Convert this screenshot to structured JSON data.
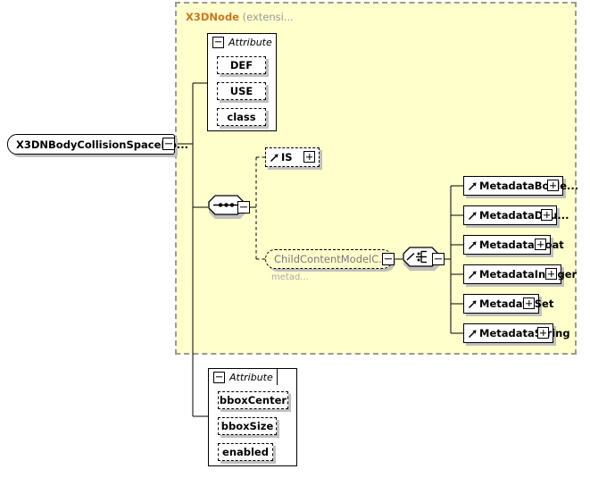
{
  "diagram": {
    "type": "xml-schema-element-diagram",
    "background_color": "#ffffff",
    "panel_color": "#ffffcc",
    "panel_border_color": "#9a9a9a",
    "accent_color": "#cc7722",
    "muted_color": "#999999"
  },
  "root": {
    "label": "X3DNBodyCollisionSpaceNo...",
    "expander": "minus"
  },
  "extension_panel": {
    "base_type": "X3DNode",
    "qualifier": "(extensi...",
    "title_full": "X3DNode (extensi..."
  },
  "attribute_group_top": {
    "header": "Attribute",
    "expander": "minus",
    "items": [
      {
        "label": "DEF"
      },
      {
        "label": "USE"
      },
      {
        "label": "class"
      }
    ]
  },
  "attribute_group_bottom": {
    "header": "Attribute",
    "expander": "minus",
    "items": [
      {
        "label": "bboxCenter"
      },
      {
        "label": "bboxSize"
      },
      {
        "label": "enabled"
      }
    ]
  },
  "compositors": {
    "sequence": {
      "name": "sequence-compositor",
      "expander": "minus"
    },
    "choice": {
      "name": "choice-compositor",
      "expander": "minus"
    }
  },
  "is_element": {
    "label": "IS",
    "expander": "plus",
    "icon": "reference-arrow-icon"
  },
  "child_content_model": {
    "label": "ChildContentModelC...",
    "sublabel": "metad...",
    "expander": "minus"
  },
  "metadata_children": [
    {
      "label": "MetadataBoole...",
      "expander": "plus",
      "icon": "reference-arrow-icon"
    },
    {
      "label": "MetadataDou...",
      "expander": "plus",
      "icon": "reference-arrow-icon"
    },
    {
      "label": "MetadataFloat",
      "expander": "plus",
      "icon": "reference-arrow-icon"
    },
    {
      "label": "MetadataInteger",
      "expander": "plus",
      "icon": "reference-arrow-icon"
    },
    {
      "label": "MetadataSet",
      "expander": "plus",
      "icon": "reference-arrow-icon"
    },
    {
      "label": "MetadataString",
      "expander": "plus",
      "icon": "reference-arrow-icon"
    }
  ]
}
